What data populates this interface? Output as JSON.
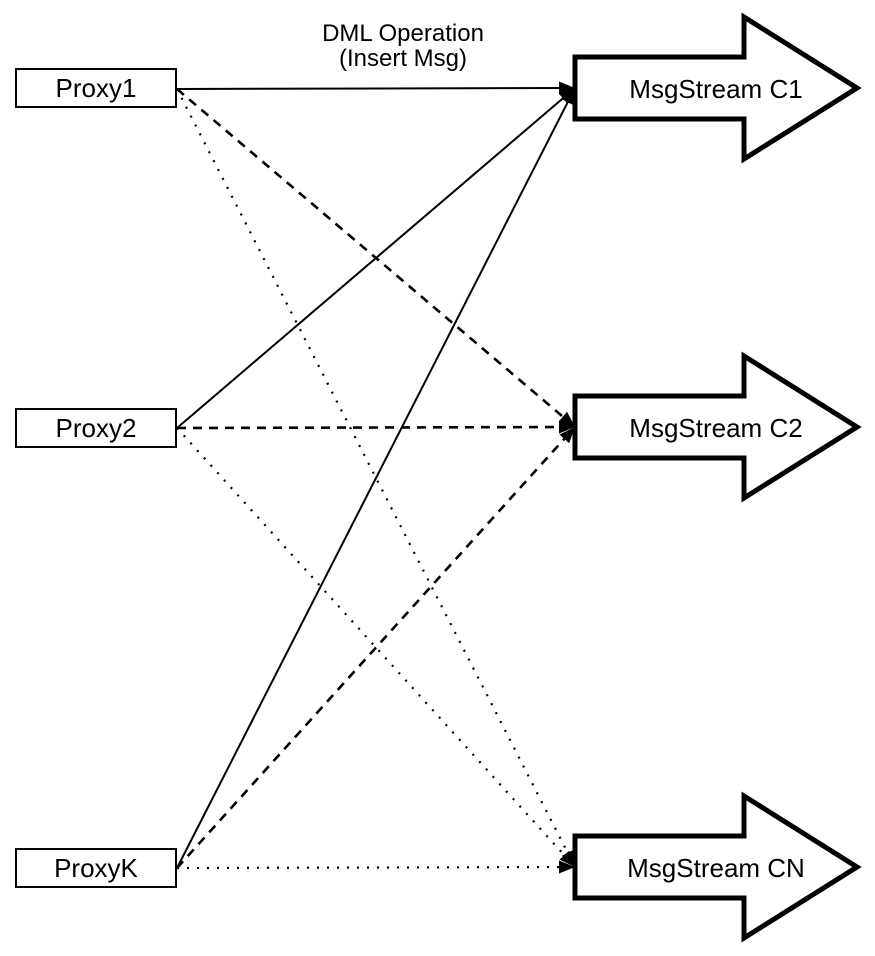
{
  "diagram": {
    "title_label": {
      "line1": "DML Operation",
      "line2": "(Insert Msg)"
    },
    "proxies": [
      {
        "label": "Proxy1"
      },
      {
        "label": "Proxy2"
      },
      {
        "label": "ProxyK"
      }
    ],
    "streams": [
      {
        "label": "MsgStream C1"
      },
      {
        "label": "MsgStream C2"
      },
      {
        "label": "MsgStream CN"
      }
    ],
    "connections": [
      {
        "from": "Proxy1",
        "to": "MsgStream C1",
        "style": "solid"
      },
      {
        "from": "Proxy2",
        "to": "MsgStream C1",
        "style": "solid"
      },
      {
        "from": "ProxyK",
        "to": "MsgStream C1",
        "style": "solid"
      },
      {
        "from": "Proxy1",
        "to": "MsgStream C2",
        "style": "dashed"
      },
      {
        "from": "Proxy2",
        "to": "MsgStream C2",
        "style": "dashed"
      },
      {
        "from": "ProxyK",
        "to": "MsgStream C2",
        "style": "dashed"
      },
      {
        "from": "Proxy1",
        "to": "MsgStream CN",
        "style": "dotted"
      },
      {
        "from": "Proxy2",
        "to": "MsgStream CN",
        "style": "dotted"
      },
      {
        "from": "ProxyK",
        "to": "MsgStream CN",
        "style": "dotted"
      }
    ],
    "colors": {
      "stroke": "#000000",
      "fill": "#ffffff"
    }
  }
}
